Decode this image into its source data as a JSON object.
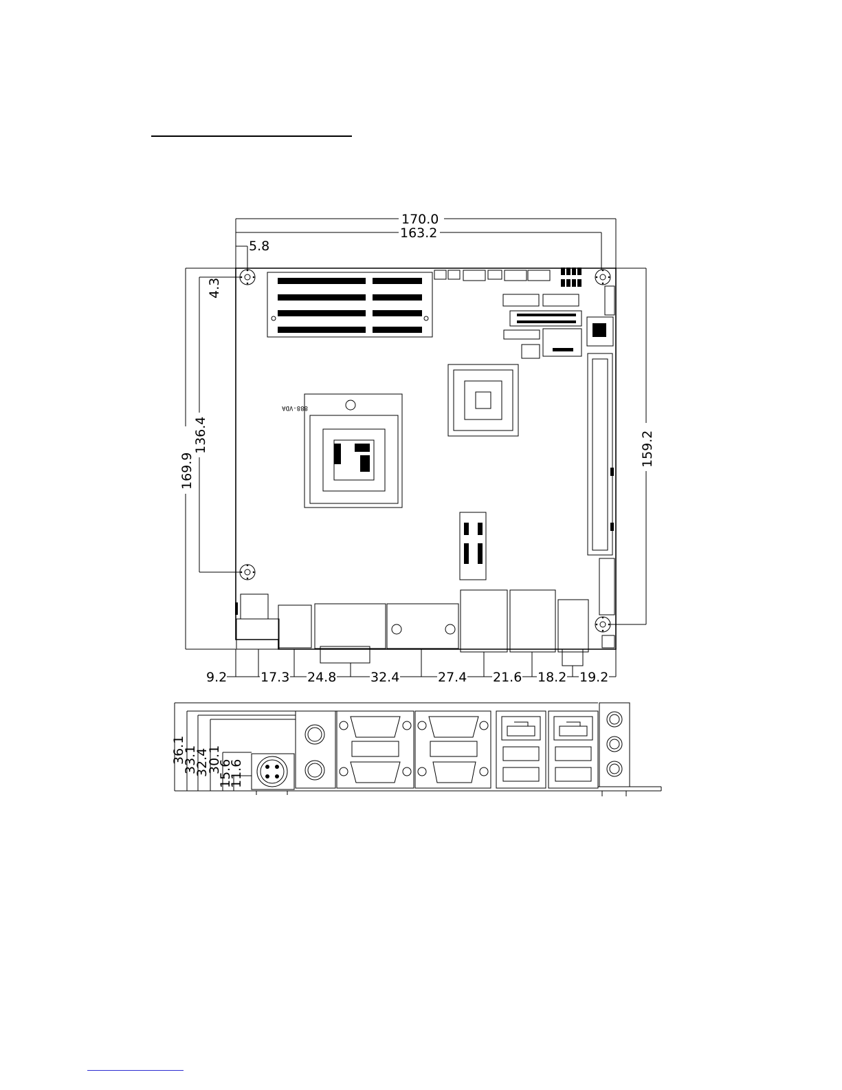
{
  "top_view": {
    "dimensions": {
      "overall_width": "170.0",
      "hole_span": "163.2",
      "hole_offset_x": "5.8",
      "hole_offset_y": "4.3",
      "overall_height": "169.9",
      "left_hole_span": "136.4",
      "right_hole_span": "159.2"
    },
    "bottom_chain": [
      "9.2",
      "17.3",
      "24.8",
      "32.4",
      "27.4",
      "21.6",
      "18.2",
      "19.2"
    ],
    "chip_marking": "888-VDA"
  },
  "io_view": {
    "heights": [
      "36.1",
      "33.1",
      "32.4",
      "30.1",
      "15.6",
      "11.6"
    ]
  }
}
